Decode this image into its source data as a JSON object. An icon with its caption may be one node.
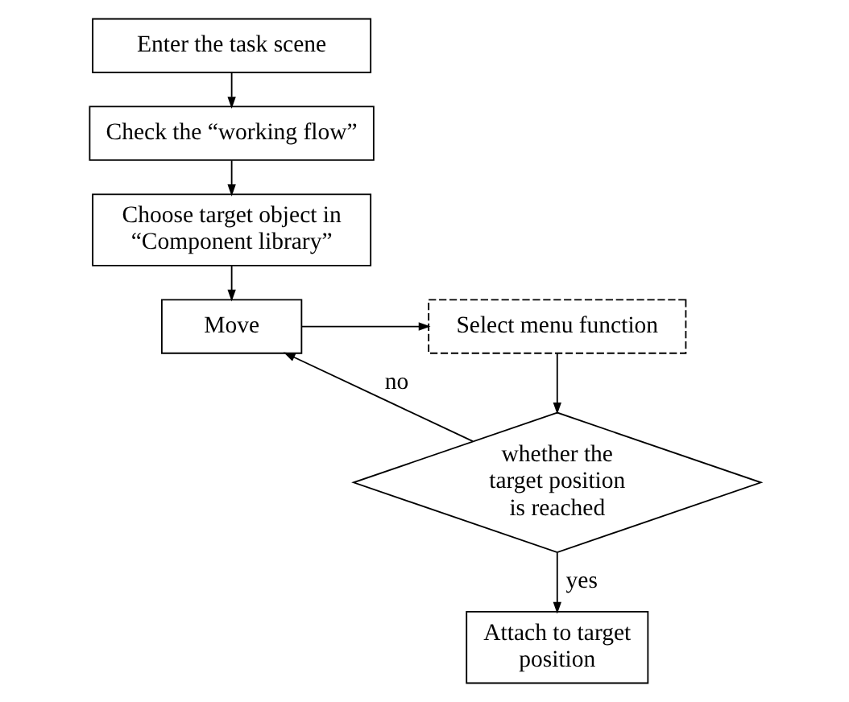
{
  "diagram": {
    "nodes": [
      {
        "text": [
          "Enter the task scene"
        ]
      },
      {
        "text": [
          "Check the “working flow”"
        ]
      },
      {
        "text": [
          "Choose target object in “Component library”"
        ]
      },
      {
        "text": [
          "Move"
        ]
      },
      {
        "text": [
          "Select menu function"
        ]
      },
      {
        "text": [
          "whether the target position is reached"
        ]
      },
      {
        "text": [
          "Attach to target position"
        ]
      }
    ],
    "edges": [
      {
        "from": 0,
        "to": 1,
        "arrow": "to"
      },
      {
        "from": 1,
        "to": 2,
        "arrow": "to"
      },
      {
        "from": 2,
        "to": 3,
        "arrow": "to"
      },
      {
        "from": 3,
        "to": 4,
        "arrow": "to"
      },
      {
        "from": 4,
        "to": 5,
        "arrow": "to"
      },
      {
        "from": 5,
        "to": 6,
        "arrow": "to",
        "label": "yes"
      },
      {
        "from": 5,
        "to": 3,
        "arrow": "to",
        "label": "no"
      }
    ]
  }
}
